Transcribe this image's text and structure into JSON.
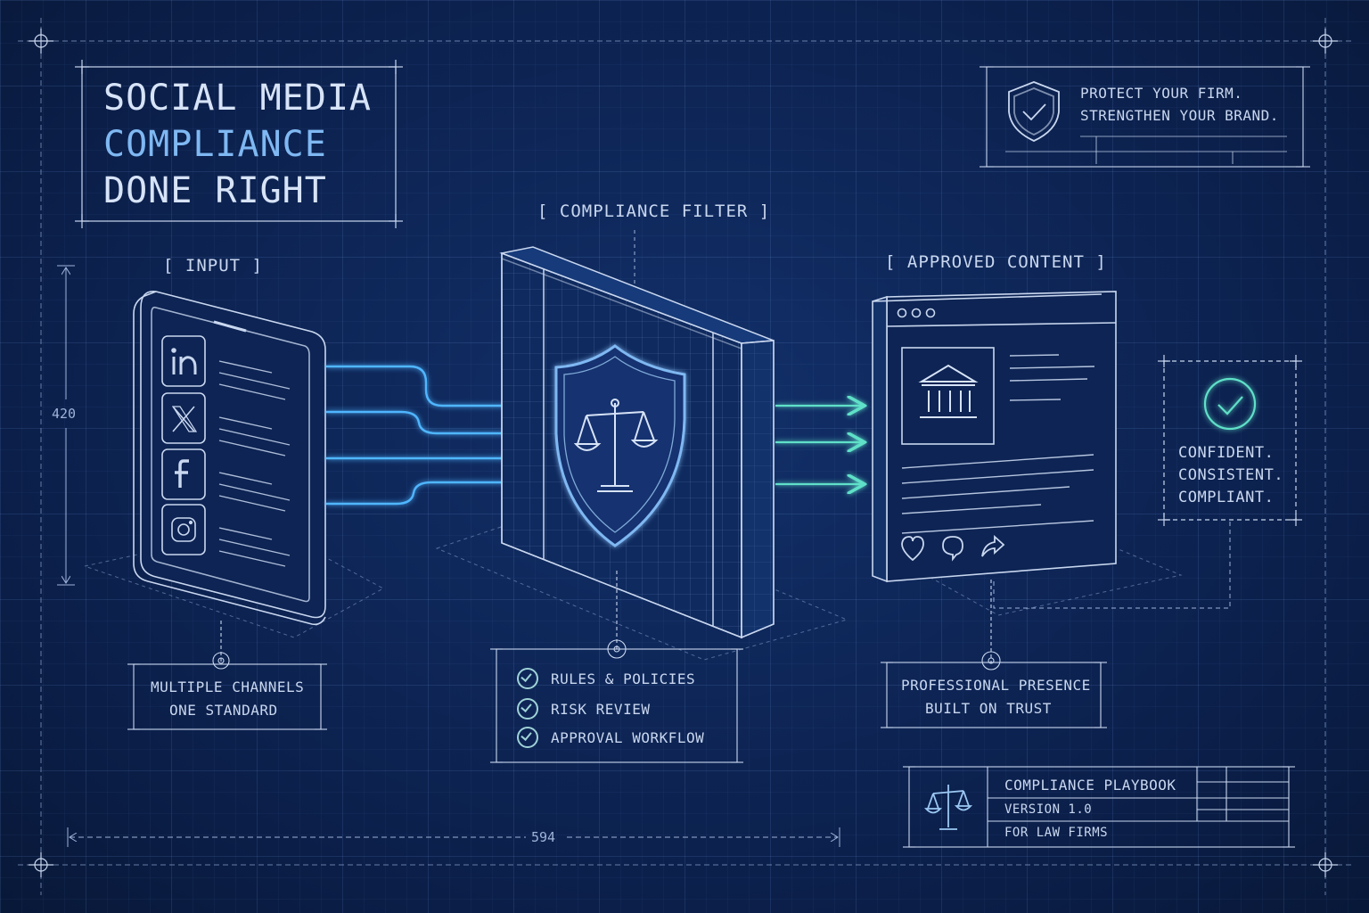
{
  "title": {
    "line1": "SOCIAL MEDIA",
    "line2": "COMPLIANCE",
    "line3": "DONE RIGHT"
  },
  "tagline": {
    "line1": "PROTECT YOUR FIRM.",
    "line2": "STRENGTHEN YOUR BRAND."
  },
  "input": {
    "label": "[ INPUT ]",
    "caption_line1": "MULTIPLE CHANNELS",
    "caption_line2": "ONE STANDARD",
    "height_dimension": "420",
    "channels": [
      "linkedin-icon",
      "x-icon",
      "facebook-icon",
      "instagram-icon"
    ]
  },
  "filter": {
    "label": "[ COMPLIANCE FILTER ]",
    "checklist": [
      "RULES & POLICIES",
      "RISK REVIEW",
      "APPROVAL WORKFLOW"
    ]
  },
  "approved": {
    "label": "[ APPROVED CONTENT ]",
    "caption_line1": "PROFESSIONAL PRESENCE",
    "caption_line2": "BUILT ON TRUST"
  },
  "outcome": {
    "line1": "CONFIDENT.",
    "line2": "CONSISTENT.",
    "line3": "COMPLIANT."
  },
  "width_dimension": "594",
  "title_block": {
    "title": "COMPLIANCE PLAYBOOK",
    "version": "VERSION 1.0",
    "audience": "FOR LAW FIRMS"
  },
  "colors": {
    "background": "#0c2150",
    "line": "#c9d7ef",
    "accent_blue": "#7fb8f2",
    "accent_teal": "#5fe0c8"
  }
}
